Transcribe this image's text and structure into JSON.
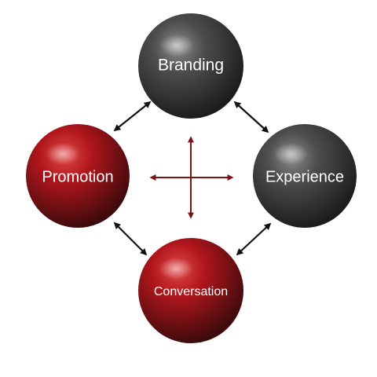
{
  "nodes": {
    "branding": {
      "label": "Branding",
      "tone": "gray"
    },
    "experience": {
      "label": "Experience",
      "tone": "gray"
    },
    "conversation": {
      "label": "Conversation",
      "tone": "red"
    },
    "promotion": {
      "label": "Promotion",
      "tone": "red"
    }
  },
  "colors": {
    "gray_light": "#9a9a9a",
    "gray_mid": "#4a4a4a",
    "gray_dark": "#1e1e1e",
    "red_light": "#e84a4a",
    "red_mid": "#b3161c",
    "red_dark": "#3a0a0c",
    "connector": "#111111",
    "cross": "#7a1216",
    "label": "#ffffff"
  }
}
